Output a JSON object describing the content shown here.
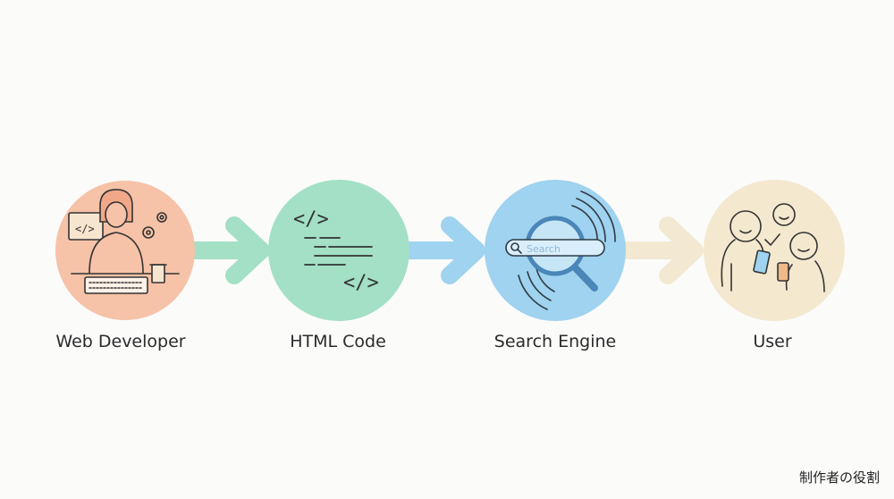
{
  "steps": [
    {
      "label": "Web Developer",
      "color": "#f6c2a8",
      "icon": "developer-icon"
    },
    {
      "label": "HTML Code",
      "color": "#a3e0c6",
      "icon": "code-icon"
    },
    {
      "label": "Search Engine",
      "color": "#9fd3ef",
      "icon": "search-engine-icon",
      "search_placeholder": "Search"
    },
    {
      "label": "User",
      "color": "#f4e8cf",
      "icon": "users-icon"
    }
  ],
  "arrows": [
    {
      "color": "#a3e0c6"
    },
    {
      "color": "#9fd3ef"
    },
    {
      "color": "#f3e9d2"
    }
  ],
  "footer": "制作者の役割"
}
